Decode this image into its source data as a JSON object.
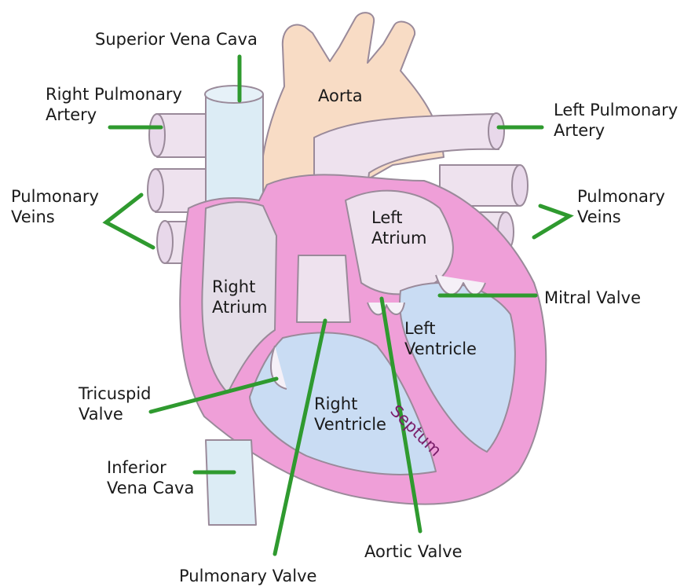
{
  "colors": {
    "pointer": "#2f9a2f",
    "aorta": "#f8dcc5",
    "vein": "#dcecf5",
    "artery": "#eee2ee",
    "wall": "#ef9fd8",
    "ventricle": "#c9dcf3",
    "atrium": "#e4dde8"
  },
  "labels": {
    "superior_vena_cava": "Superior Vena Cava",
    "right_pulmonary_artery": [
      "Right Pulmonary",
      "Artery"
    ],
    "aorta": "Aorta",
    "left_pulmonary_artery": [
      "Left Pulmonary",
      "Artery"
    ],
    "pulmonary_veins_left": [
      "Pulmonary",
      "Veins"
    ],
    "pulmonary_veins_right": [
      "Pulmonary",
      "Veins"
    ],
    "left_atrium": [
      "Left",
      "Atrium"
    ],
    "right_atrium": [
      "Right",
      "Atrium"
    ],
    "mitral_valve": "Mitral Valve",
    "left_ventricle": [
      "Left",
      "Ventricle"
    ],
    "tricuspid_valve": [
      "Tricuspid",
      "Valve"
    ],
    "right_ventricle": [
      "Right",
      "Ventricle"
    ],
    "septum": "Septum",
    "inferior_vena_cava": [
      "Inferior",
      "Vena Cava"
    ],
    "aortic_valve": "Aortic Valve",
    "pulmonary_valve": "Pulmonary Valve"
  }
}
